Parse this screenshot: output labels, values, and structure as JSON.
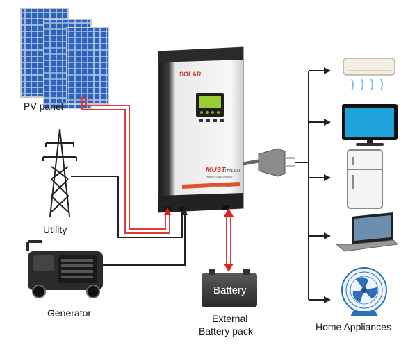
{
  "labels": {
    "pv_panel": "PV panel",
    "utility": "Utility",
    "generator": "Generator",
    "battery": "Battery",
    "external_line1": "External",
    "external_line2": "Battery pack",
    "home_appliances": "Home Appliances"
  },
  "inverter": {
    "brand": "SOLAR",
    "model_brand": "MUST",
    "model_number": "PV1800",
    "model_subtitle": "Hybrid Power Inverter",
    "bottom_strip": "SOLAR SYSTEM"
  },
  "colors": {
    "pv_line": "#d93a3a",
    "ac_line": "#222222",
    "battery_line": "#d93a3a",
    "arrow_red": "#e02020",
    "inverter_accent": "#e0502a",
    "panel_blue": "#2a5fb0"
  },
  "appliances": [
    "air-conditioner-icon",
    "tv-icon",
    "refrigerator-icon",
    "laptop-icon",
    "fan-icon"
  ]
}
